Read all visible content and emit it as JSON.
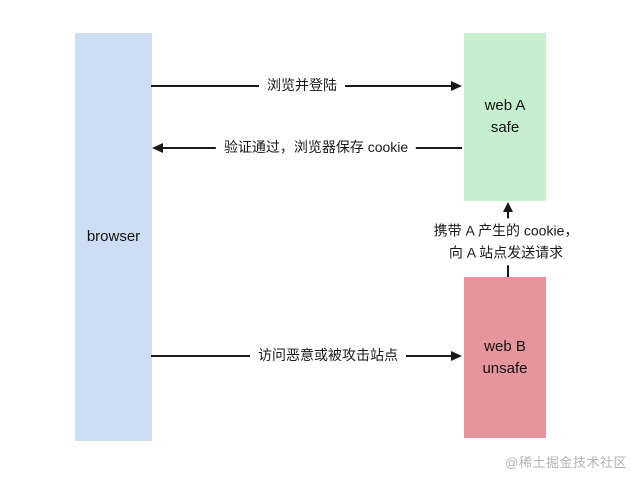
{
  "diagram": {
    "nodes": {
      "browser": {
        "label": "browser",
        "bg": "#cdddf4"
      },
      "web_a": {
        "line1": "web A",
        "line2": "safe",
        "bg": "#c5efce"
      },
      "web_b": {
        "line1": "web B",
        "line2": "unsafe",
        "bg": "#e6959d"
      }
    },
    "edges": {
      "browse_login": {
        "label": "浏览并登陆"
      },
      "save_cookie": {
        "label": "验证通过，浏览器保存 cookie"
      },
      "csrf_request": {
        "line1": "携带 A 产生的 cookie，",
        "line2": "向 A 站点发送请求"
      },
      "visit_malicious": {
        "label": "访问恶意或被攻击站点"
      }
    },
    "colors": {
      "arrow": "#1a1a1a",
      "text": "#1a1a1a",
      "watermark": "#b3b3b3"
    },
    "watermark": "@稀土掘金技术社区"
  }
}
